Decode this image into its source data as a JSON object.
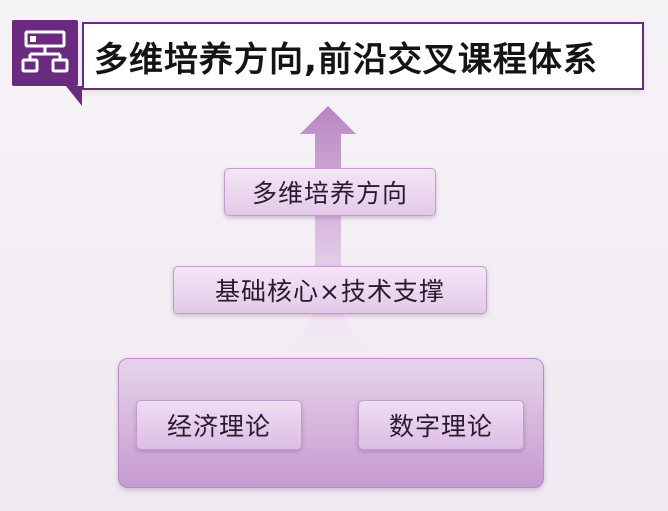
{
  "header": {
    "title": "多维培养方向,前沿交叉课程体系",
    "icon": "hierarchy-icon"
  },
  "diagram": {
    "top_label": "多维培养方向",
    "middle_label": "基础核心×技术支撑",
    "base": {
      "left_label": "经济理论",
      "right_label": "数字理论"
    }
  },
  "colors": {
    "accent": "#6a2a80",
    "pill_light": "#f3e6f5",
    "pill_dark": "#e3c9e8",
    "base_light": "#e6d4ea",
    "base_dark": "#c79ad0"
  }
}
